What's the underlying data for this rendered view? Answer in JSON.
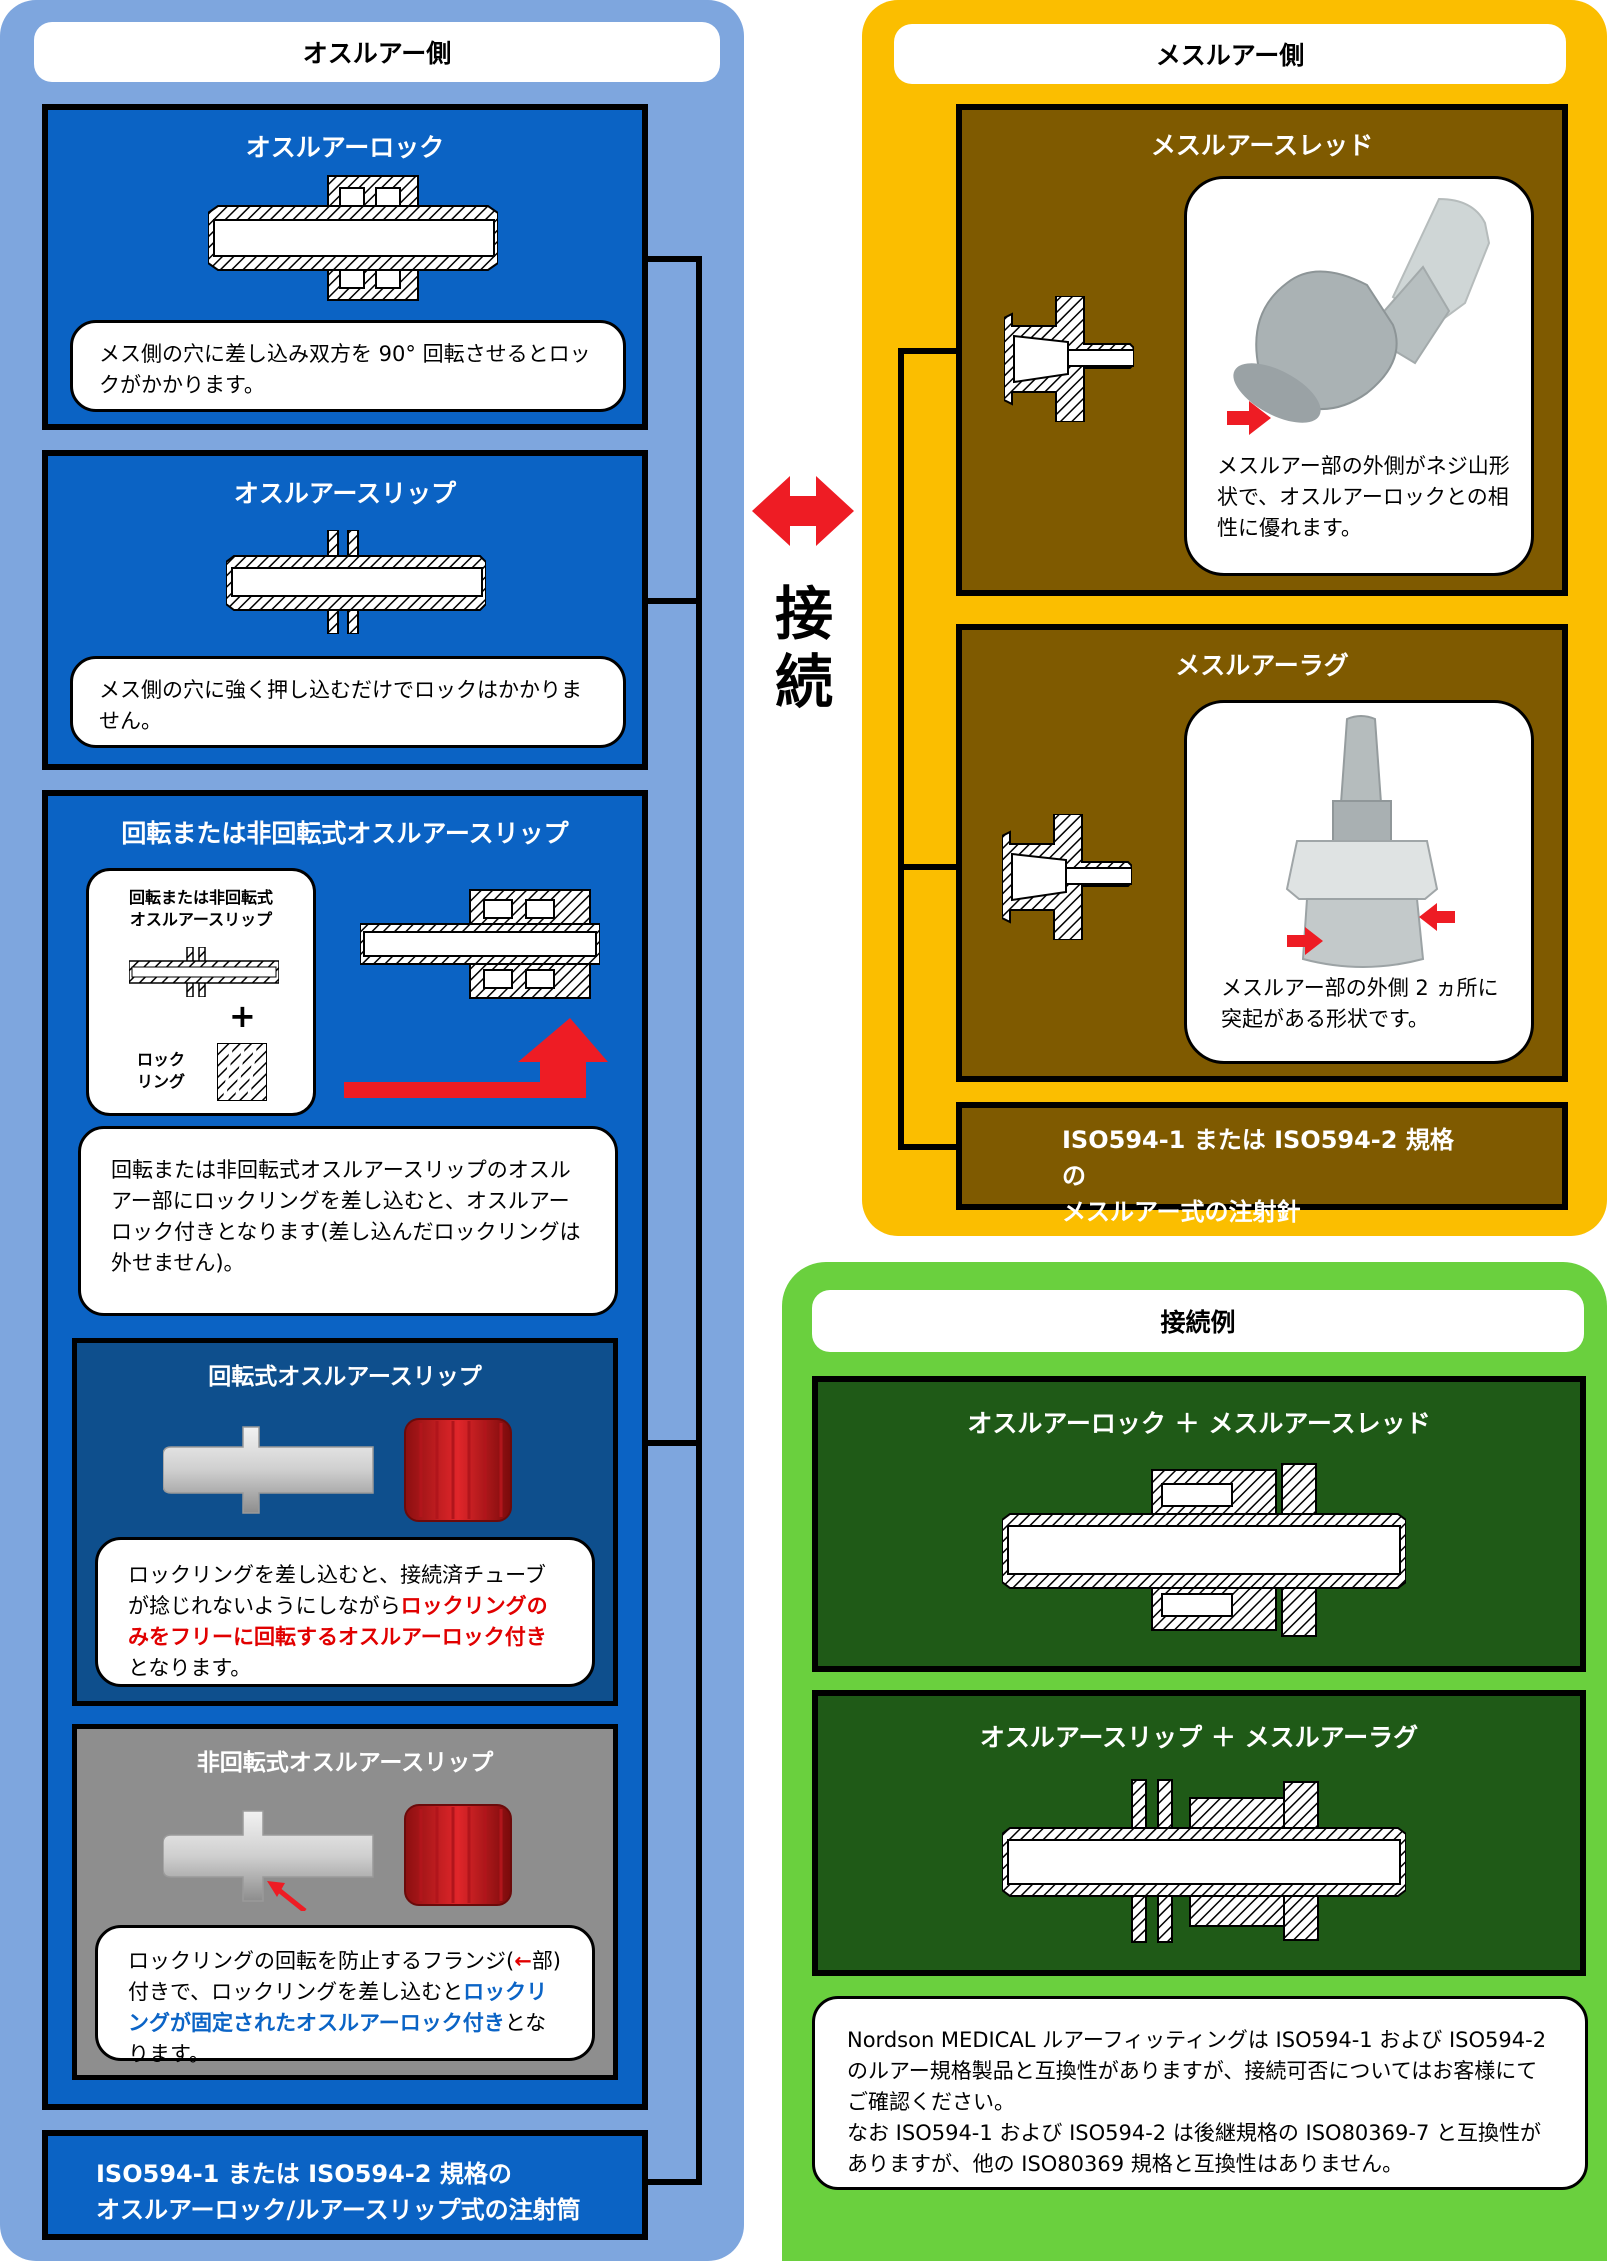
{
  "male_side": {
    "header": "オスルアー側",
    "lock": {
      "title": "オスルアーロック",
      "note": "メス側の穴に差し込み双方を 90° 回転させるとロックがかかります。"
    },
    "slip": {
      "title": "オスルアースリップ",
      "note": "メス側の穴に強く押し込むだけでロックはかかりません。"
    },
    "rotating": {
      "title": "回転または非回転式オスルアースリップ",
      "inset_label_1": "回転または非回転式",
      "inset_label_2": "オスルアースリップ",
      "plus": "+",
      "ring_label_1": "ロック",
      "ring_label_2": "リング",
      "note": "回転または非回転式オスルアースリップのオスルアー部にロックリングを差し込むと、オスルアーロック付きとなります(差し込んだロックリングは外せません)。",
      "rot": {
        "title": "回転式オスルアースリップ",
        "note_a": "ロックリングを差し込むと、接続済チューブが捻じれないようにしながら",
        "note_red": "ロックリングのみをフリーに回転するオスルアーロック付き",
        "note_b": "となります。"
      },
      "nonrot": {
        "title": "非回転式オスルアースリップ",
        "note_a": "ロックリングの回転を防止するフランジ(",
        "note_arrow": "←",
        "note_b": "部)付きで、ロックリングを差し込むと",
        "note_blue": "ロックリングが固定されたオスルアーロック付き",
        "note_c": "となります。"
      }
    },
    "syringe": {
      "line1": "ISO594-1 または ISO594-2 規格の",
      "line2": "オスルアーロック/ルアースリップ式の注射筒"
    }
  },
  "connect": {
    "char1": "接",
    "char2": "続"
  },
  "female_side": {
    "header": "メスルアー側",
    "thread": {
      "title": "メスルアースレッド",
      "note": "メスルアー部の外側がネジ山形状で、オスルアーロックとの相性に優れます。"
    },
    "lug": {
      "title": "メスルアーラグ",
      "note": "メスルアー部の外側 2 ヵ所に突起がある形状です。"
    },
    "needle": {
      "line1": "ISO594-1 または ISO594-2 規格の",
      "line2": "メスルアー式の注射針"
    }
  },
  "examples": {
    "header": "接続例",
    "ex1": {
      "title": "オスルアーロック ＋ メスルアースレッド"
    },
    "ex2": {
      "title": "オスルアースリップ ＋ メスルアーラグ"
    },
    "note1": "Nordson MEDICAL ルアーフィッティングは ISO594-1 および ISO594-2 のルアー規格製品と互換性がありますが、接続可否についてはお客様にてご確認ください。",
    "note2": "なお ISO594-1 および ISO594-2 は後継規格の ISO80369-7 と互換性がありますが、他の ISO80369 規格と互換性はありません。"
  },
  "colors": {
    "male_bg": "#7ea6de",
    "female_bg": "#fbbe00",
    "example_bg": "#6ad03e",
    "box_blue": "#0b63c4",
    "box_brown": "#7f5a00",
    "box_green": "#1f5a17",
    "accent_red": "#e10000"
  }
}
